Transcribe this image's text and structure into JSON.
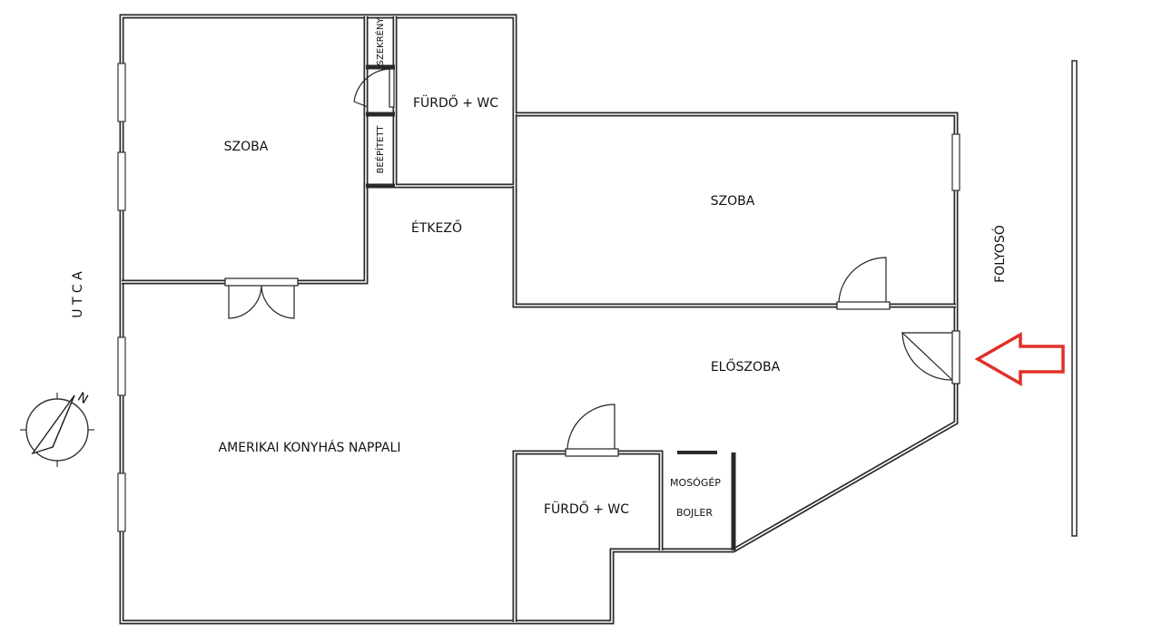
{
  "rooms": {
    "room_top_left": "SZOBA",
    "bath_top": "FÜRDŐ + WC",
    "wardrobe": "SZEKRÉNY",
    "built_in": "BEÉPÍTETT",
    "dining": "ÉTKEZŐ",
    "room_right": "SZOBA",
    "hall": "ELŐSZOBA",
    "living": "AMERIKAI KONYHÁS NAPPALI",
    "bath_bottom": "FÜRDŐ + WC",
    "washing_machine": "MOSÓGÉP",
    "boiler": "BOJLER"
  },
  "outside": {
    "street": "U T C A",
    "corridor": "FOLYOSÓ"
  },
  "compass": {
    "north_letter": "N"
  },
  "colors": {
    "wall": "#2a2a2a",
    "entrance_arrow": "#e0302a",
    "text": "#111111"
  }
}
